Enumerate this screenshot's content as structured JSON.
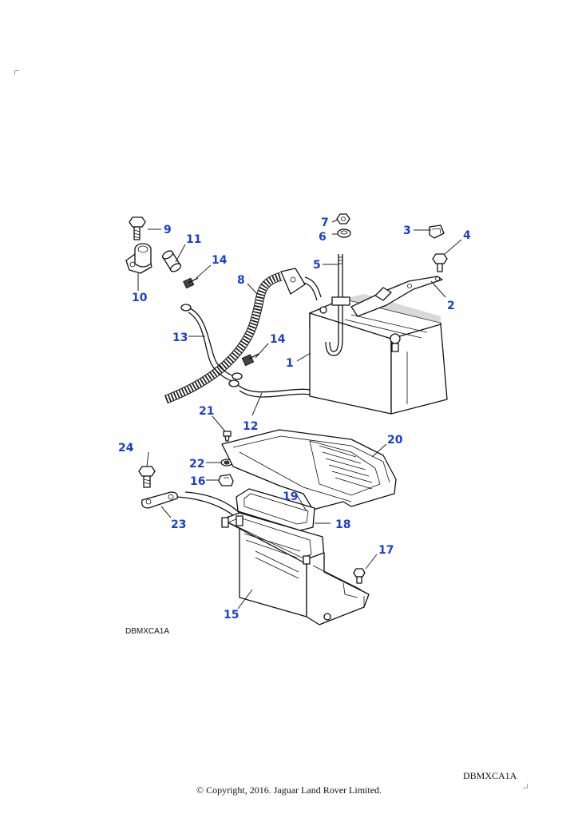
{
  "diagram": {
    "illustration_code": "DBMXCA1A",
    "reference_code": "DBMXCA1A",
    "copyright": "© Copyright, 2016. Jaguar Land Rover Limited.",
    "callouts": [
      "1",
      "2",
      "3",
      "4",
      "5",
      "6",
      "7",
      "8",
      "9",
      "10",
      "11",
      "12",
      "13",
      "14",
      "14",
      "15",
      "16",
      "17",
      "18",
      "19",
      "20",
      "21",
      "22",
      "23",
      "24"
    ],
    "colors": {
      "callout": "#1a3fd1",
      "line": "#111111",
      "background": "#ffffff"
    }
  }
}
